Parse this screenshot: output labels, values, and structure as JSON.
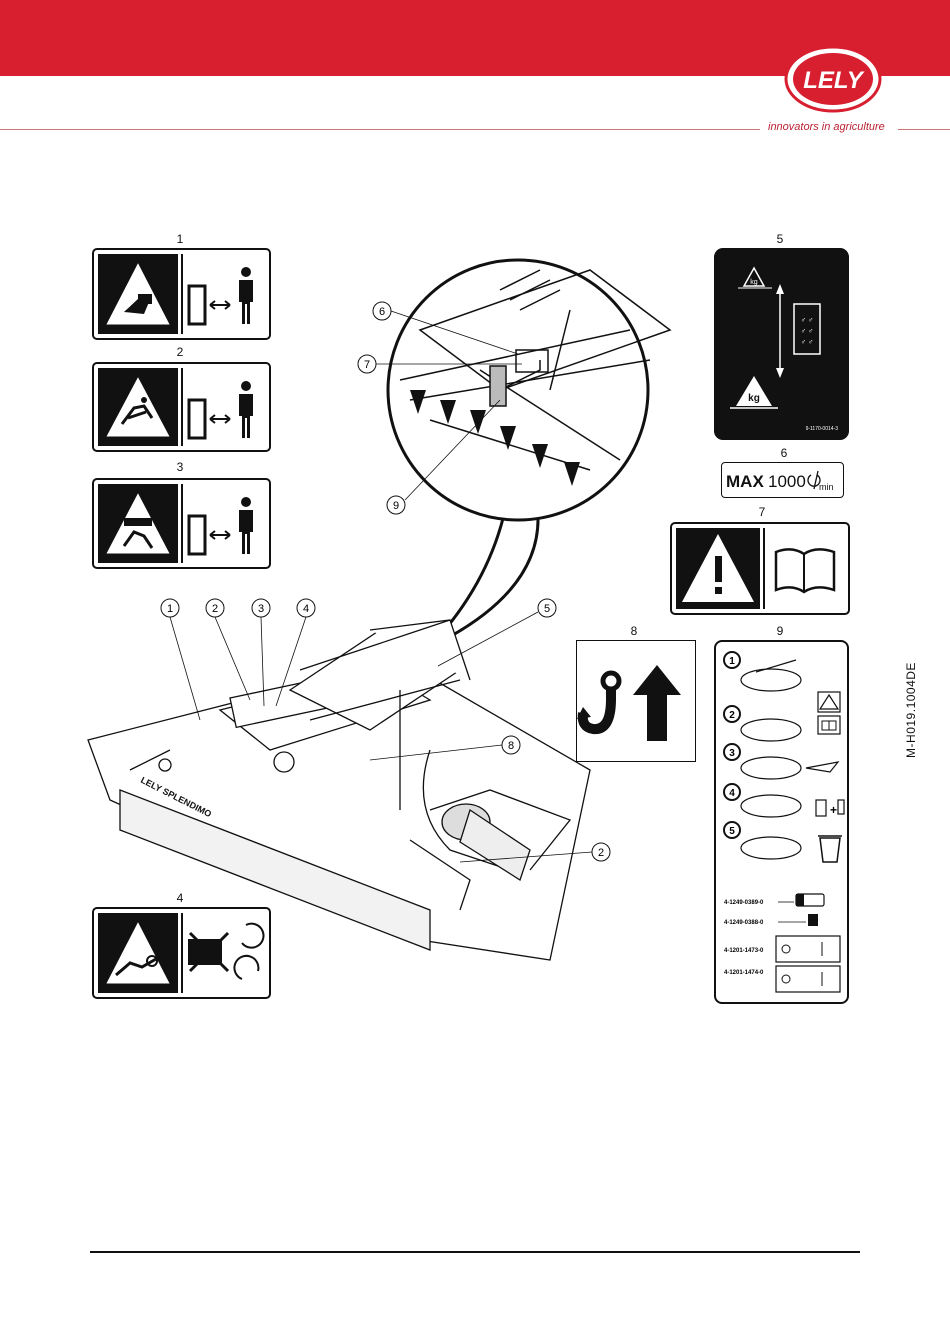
{
  "header": {
    "brand": "LELY",
    "tagline": "innovators in agriculture"
  },
  "doc_code": "M-H019.1004DE",
  "decals": {
    "d1": {
      "number": "1"
    },
    "d2": {
      "number": "2"
    },
    "d3": {
      "number": "3"
    },
    "d4": {
      "number": "4"
    },
    "d5": {
      "number": "5",
      "weight_label_top": "kg",
      "weight_label_bottom": "kg",
      "code": "9-1170-0014-3"
    },
    "d6": {
      "number": "6",
      "max_label": "MAX",
      "speed": "1000",
      "unit": "min"
    },
    "d7": {
      "number": "7"
    },
    "d8": {
      "number": "8"
    },
    "d9": {
      "number": "9",
      "steps": [
        "1",
        "2",
        "3",
        "4",
        "5"
      ],
      "parts": [
        "4-1249-0389-0",
        "4-1249-0388-0",
        "4-1201-1473-0",
        "4-1201-1474-0"
      ]
    }
  },
  "callouts": {
    "detail": [
      "6",
      "7",
      "9"
    ],
    "machine": [
      "1",
      "2",
      "3",
      "4",
      "5",
      "8",
      "2"
    ]
  },
  "machine_label": "LELY SPLENDIMO"
}
